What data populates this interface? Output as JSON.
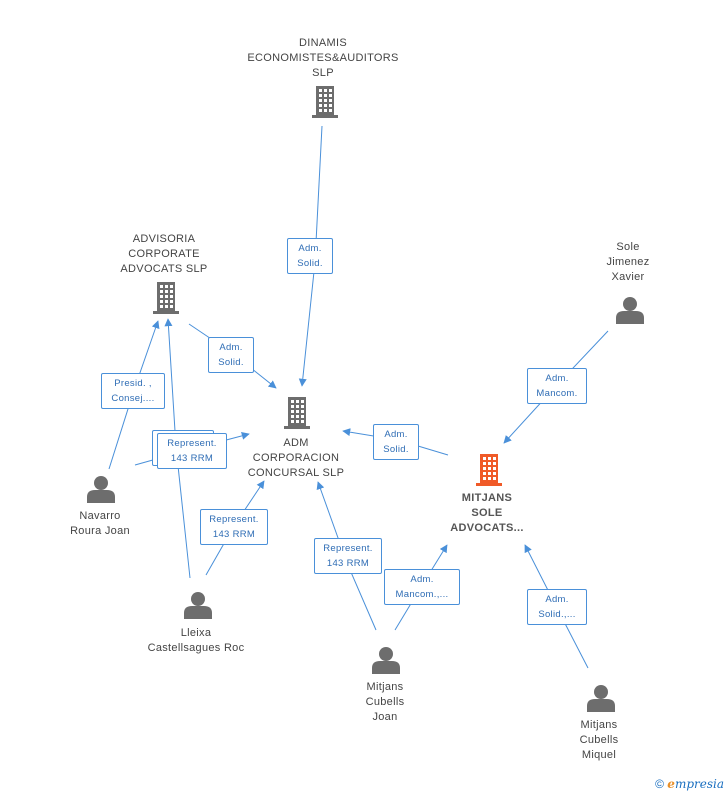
{
  "nodes": [
    {
      "id": "dinamis",
      "type": "company",
      "lines": [
        "DINAMIS",
        "ECONOMISTES&AUDITORS",
        "SLP"
      ]
    },
    {
      "id": "advisoria",
      "type": "company",
      "lines": [
        "ADVISORIA",
        "CORPORATE",
        "ADVOCATS SLP"
      ]
    },
    {
      "id": "adm",
      "type": "company",
      "lines": [
        "ADM",
        "CORPORACION",
        "CONCURSAL SLP"
      ]
    },
    {
      "id": "mitjans_sole",
      "type": "company_main",
      "lines": [
        "MITJANS",
        "SOLE",
        "ADVOCATS..."
      ]
    },
    {
      "id": "sole_jimenez",
      "type": "person",
      "lines": [
        "Sole",
        "Jimenez",
        "Xavier"
      ]
    },
    {
      "id": "navarro",
      "type": "person",
      "lines": [
        "Navarro",
        "Roura Joan"
      ]
    },
    {
      "id": "lleixa",
      "type": "person",
      "lines": [
        "Lleixa",
        "Castellsagues Roc"
      ]
    },
    {
      "id": "mitjans_joan",
      "type": "person",
      "lines": [
        "Mitjans",
        "Cubells",
        "Joan"
      ]
    },
    {
      "id": "mitjans_miquel",
      "type": "person",
      "lines": [
        "Mitjans",
        "Cubells",
        "Miquel"
      ]
    }
  ],
  "edges": [
    {
      "id": "e1",
      "lines": [
        "Adm.",
        "Solid."
      ]
    },
    {
      "id": "e2",
      "lines": [
        "Adm.",
        "Solid."
      ]
    },
    {
      "id": "e3",
      "lines": [
        "Adm.",
        "Solid."
      ]
    },
    {
      "id": "e4",
      "lines": [
        "Adm.",
        "Mancom."
      ]
    },
    {
      "id": "e5",
      "lines": [
        "Presid. ,",
        "Consej...."
      ]
    },
    {
      "id": "e6",
      "lines": [
        "Represent.",
        "143 RRM"
      ]
    },
    {
      "id": "e7",
      "lines": [
        "Represent.",
        "143 RRM"
      ]
    },
    {
      "id": "e8",
      "lines": [
        "Represent.",
        "143 RRM"
      ]
    },
    {
      "id": "e9",
      "lines": [
        "Adm.",
        "Mancom.,..."
      ]
    },
    {
      "id": "e10",
      "lines": [
        "Adm.",
        "Solid.,..."
      ]
    }
  ],
  "colors": {
    "company": "#6d6d6d",
    "company_main": "#f05a28",
    "person": "#6d6d6d",
    "edge": "#4a90d9",
    "edge_label_text": "#2f6db5"
  },
  "footer": {
    "copyright": "©",
    "brand_initial": "e",
    "brand_rest": "mpresia"
  }
}
